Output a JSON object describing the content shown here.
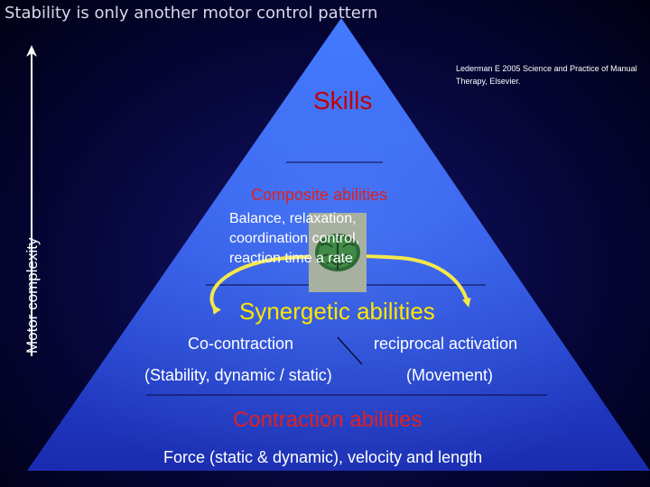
{
  "title": "Stability is only another motor control pattern",
  "citation": "Lederman E 2005 Science and Practice of Manual Therapy, Elsevier.",
  "axis_label": "Motor complexity",
  "levels": {
    "skills": "Skills",
    "composite": {
      "heading": "Composite abilities",
      "lines": [
        "Balance,                       relaxation,",
        "coordination                    control,",
        "reaction time                 a rate"
      ]
    },
    "synergetic": {
      "heading": "Synergetic  abilities",
      "left_item": "Co-contraction",
      "right_item": "reciprocal activation",
      "left_note": "(Stability, dynamic / static)",
      "right_note": "(Movement)"
    },
    "contraction": {
      "heading": "Contraction abilities",
      "detail": "Force (static & dynamic), velocity and length"
    }
  },
  "icons": {
    "brain": "brain-icon",
    "axis_arrow": "up-arrow-icon"
  },
  "colors": {
    "pyramid_top": "#3a6af5",
    "pyramid_bottom": "#1e2fbf",
    "skills": "#c00000",
    "ability_heading": "#e02020",
    "synergetic": "#ffe600",
    "arrow": "#f5e84a",
    "text": "#ffffff"
  }
}
